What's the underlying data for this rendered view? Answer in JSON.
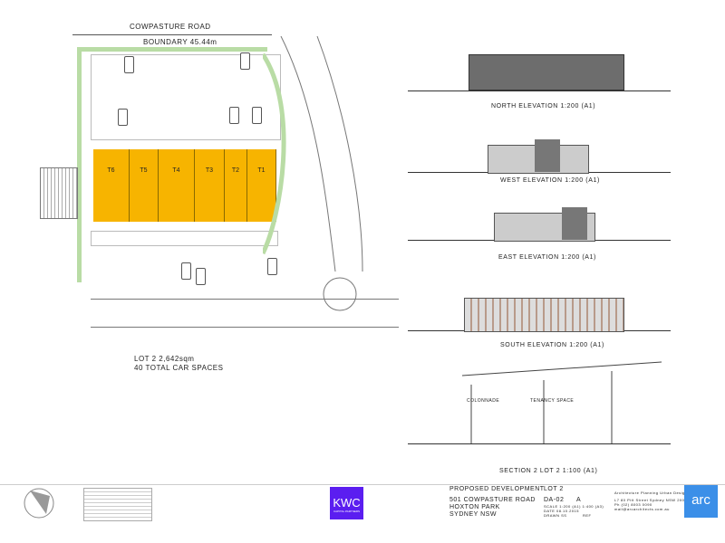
{
  "site_plan": {
    "road_name": "COWPASTURE ROAD",
    "boundary": "BOUNDARY  45.44m",
    "tenancies": [
      "T6",
      "T5",
      "T4",
      "T3",
      "T2",
      "T1"
    ],
    "lot_area": "LOT 2    2,642sqm",
    "car_spaces": "40 TOTAL CAR SPACES",
    "tenancy_color": "#f7b400"
  },
  "elevations": {
    "north": "NORTH  ELEVATION  1:200 (A1)",
    "west": "WEST  ELEVATION  1:200 (A1)",
    "east": "EAST  ELEVATION  1:200 (A1)",
    "south": "SOUTH  ELEVATION  1:200 (A1)",
    "section": "SECTION  2   LOT  2    1:100 (A1)",
    "section_colonnade": "COLONNADE",
    "section_tenancy": "TENANCY SPACE"
  },
  "title_block": {
    "client_logo": "KWC",
    "client_sub": "CAPITAL PARTNERS",
    "project": "PROPOSED  DEVELOPMENT",
    "address1": "501 COWPASTURE  ROAD",
    "address2": "HOXTON  PARK",
    "address3": "SYDNEY  NSW",
    "lot": "LOT  2",
    "drawing_no": "DA-02",
    "revision": "A",
    "scale": "SCALE   1:200 (A1) 1:400 (A3)",
    "date": "DATE     08.10.2015",
    "drawn": "DRAWN   SS",
    "ref": "REF",
    "firm_services": "Architecture  Planning  Urban  Design",
    "firm_address": "L7  80 Pitt Street Sydney  NSW  2000",
    "firm_phone": "Ph (02) 8003 0090",
    "firm_email": "mail@arcarchitects.com.au",
    "firm_logo": "arc",
    "brand_colors": {
      "kwc": "#5b1ef0",
      "arc": "#3b8fe8"
    }
  }
}
